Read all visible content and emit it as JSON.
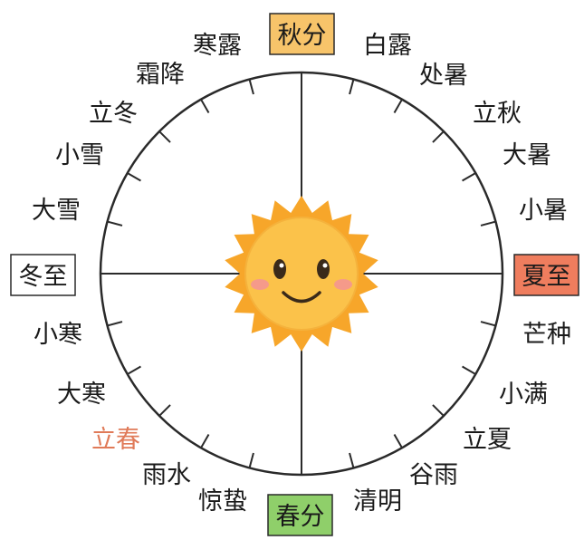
{
  "terms": {
    "autumn_equinox": "秋分",
    "white_dew": "白露",
    "end_of_heat": "处暑",
    "start_of_autumn": "立秋",
    "major_heat": "大暑",
    "minor_heat": "小暑",
    "summer_solstice": "夏至",
    "grain_in_ear": "芒种",
    "grain_buds": "小满",
    "start_of_summer": "立夏",
    "grain_rain": "谷雨",
    "clear_and_bright": "清明",
    "spring_equinox": "春分",
    "awakening_of_insects": "惊蛰",
    "rain_water": "雨水",
    "start_of_spring": "立春",
    "major_cold": "大寒",
    "minor_cold": "小寒",
    "winter_solstice": "冬至",
    "major_snow": "大雪",
    "minor_snow": "小雪",
    "start_of_winter": "立冬",
    "frost_descent": "霜降",
    "cold_dew": "寒露"
  },
  "colors": {
    "autumn_box": "#f7c46a",
    "spring_box": "#8fcf6a",
    "summer_box": "#ef7d5e",
    "winter_box": "#ffffff",
    "start_of_spring_text": "#e07a58",
    "sun_rays": "#f7a62a",
    "sun_face": "#fbc24a",
    "cheeks": "#f59a8a"
  },
  "center_icon": "smiling-sun-icon"
}
